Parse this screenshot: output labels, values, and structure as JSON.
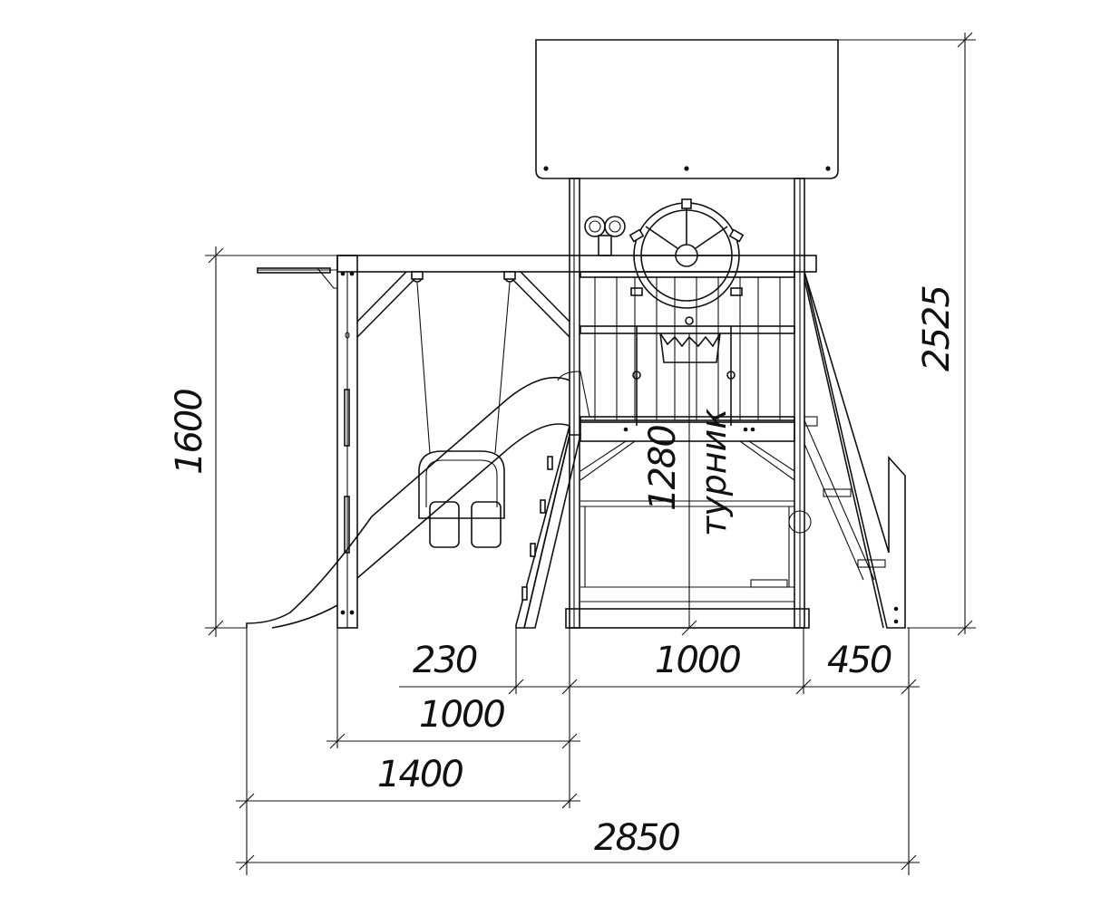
{
  "dimensions": {
    "total_height": "2525",
    "swing_height": "1600",
    "bar_height": "1280",
    "ladder_offset": "230",
    "tower_width": "1000",
    "stairs_width": "450",
    "swing_width": "1000",
    "swing_span": "1400",
    "total_width": "2850"
  },
  "labels": {
    "monkey_bar": "турник"
  }
}
